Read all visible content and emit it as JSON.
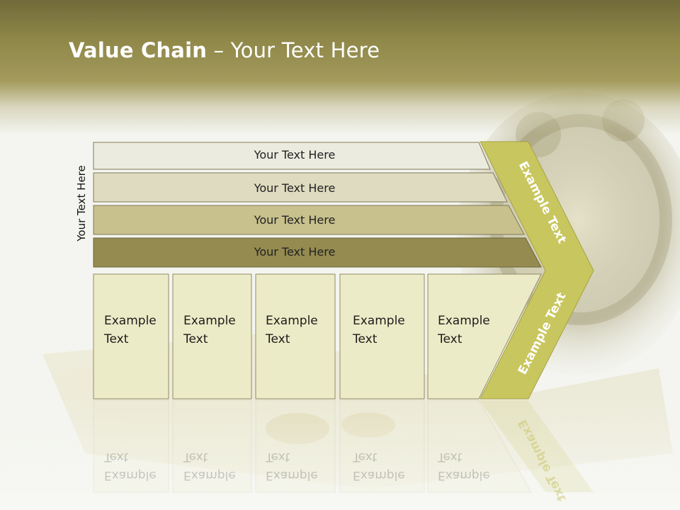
{
  "slide": {
    "title_bold": "Value Chain",
    "title_rest": " – Your Text Here",
    "vertical_label": "Your Text Here"
  },
  "bars": [
    {
      "label": "Your Text Here",
      "color": "#ecebdf"
    },
    {
      "label": "Your Text Here",
      "color": "#dedbc0"
    },
    {
      "label": "Your Text Here",
      "color": "#c8c08d"
    },
    {
      "label": "Your Text Here",
      "color": "#958b50"
    }
  ],
  "boxes": [
    {
      "line1": "Example",
      "line2": "Text"
    },
    {
      "line1": "Example",
      "line2": "Text"
    },
    {
      "line1": "Example",
      "line2": "Text"
    },
    {
      "line1": "Example",
      "line2": "Text"
    },
    {
      "line1": "Example",
      "line2": "Text"
    }
  ],
  "arrow": {
    "upper_text": "Example Text",
    "lower_text": "Example Text",
    "color": "#c8c65e"
  },
  "colors": {
    "box_fill": "#ecebc7",
    "title_band": "#8f8849"
  }
}
